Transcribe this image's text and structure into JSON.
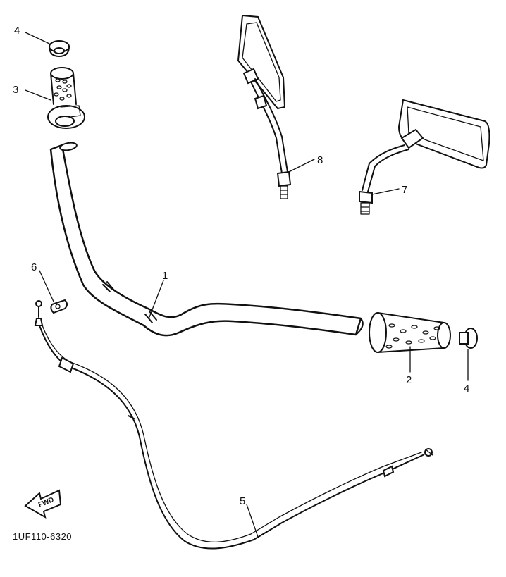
{
  "callouts": {
    "c1": "1",
    "c2": "2",
    "c3": "3",
    "c4a": "4",
    "c4b": "4",
    "c5": "5",
    "c6": "6",
    "c7": "7",
    "c8": "8"
  },
  "fwd_label": "FWD",
  "diagram_code": "1UF110-6320"
}
